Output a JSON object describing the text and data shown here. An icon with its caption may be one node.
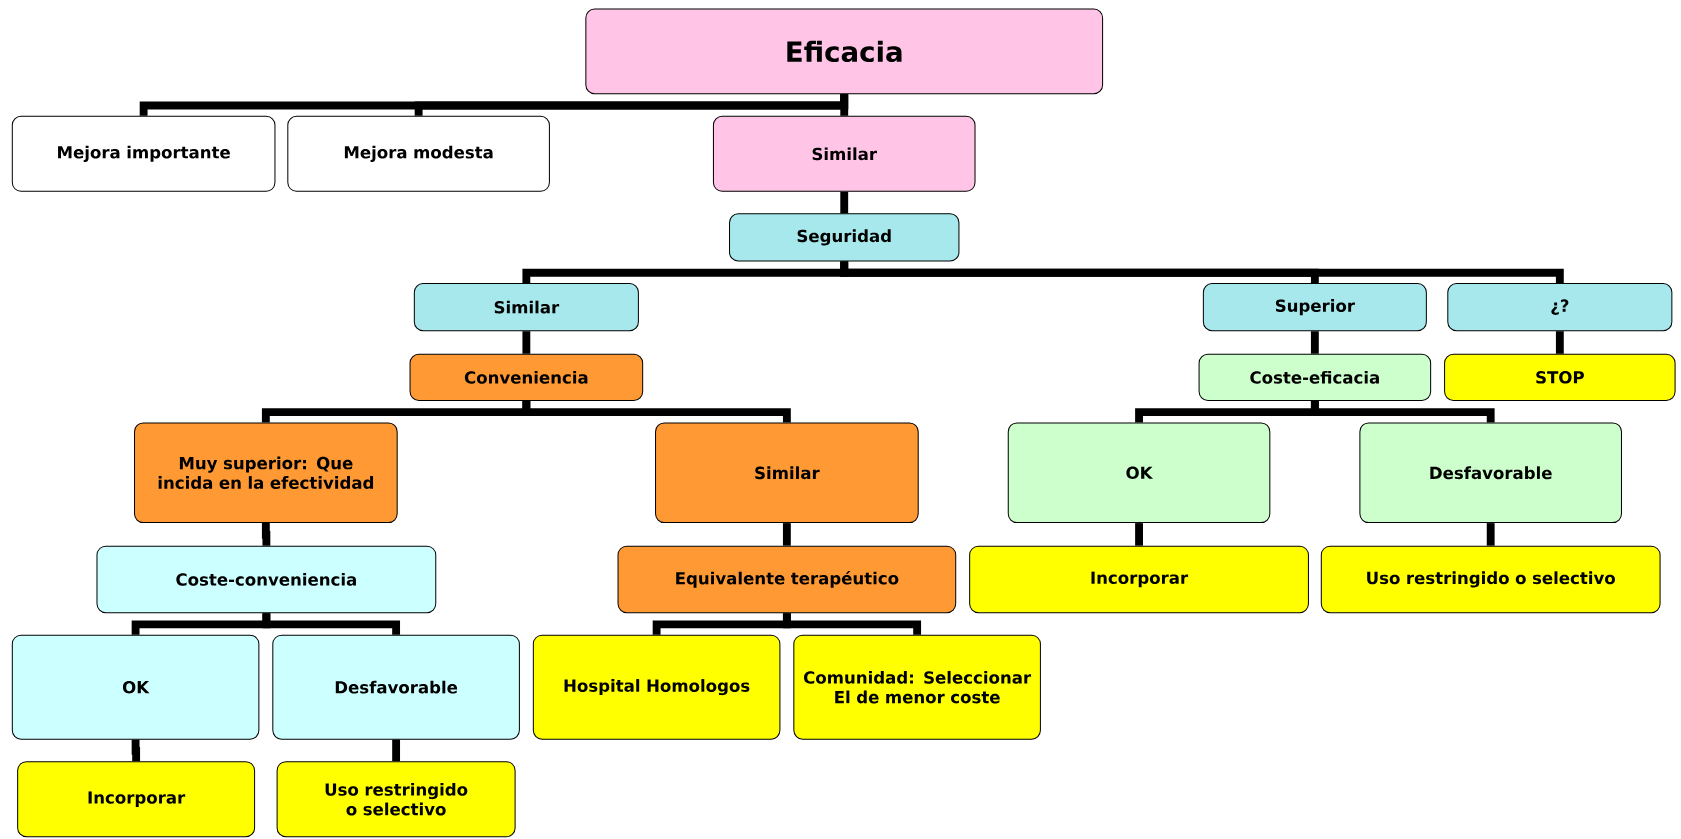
{
  "diagram": {
    "nodes": [
      {
        "text": [
          "Eficacia"
        ]
      },
      {
        "text": [
          "Mejora importante"
        ]
      },
      {
        "text": [
          "Mejora modesta"
        ]
      },
      {
        "text": [
          "Similar"
        ]
      },
      {
        "text": [
          "Seguridad"
        ]
      },
      {
        "text": [
          "Similar"
        ]
      },
      {
        "text": [
          "Superior"
        ]
      },
      {
        "text": [
          "¿?"
        ]
      },
      {
        "text": [
          "Conveniencia"
        ]
      },
      {
        "text": [
          "Coste-eficacia"
        ]
      },
      {
        "text": [
          "STOP"
        ]
      },
      {
        "text": [
          "Muy superior: Que incida en la efectividad"
        ]
      },
      {
        "text": [
          "Similar"
        ]
      },
      {
        "text": [
          "OK"
        ]
      },
      {
        "text": [
          "Desfavorable"
        ]
      },
      {
        "text": [
          "Coste-conveniencia"
        ]
      },
      {
        "text": [
          "Equivalente terapéutico"
        ]
      },
      {
        "text": [
          "Incorporar"
        ]
      },
      {
        "text": [
          "Uso restringido o selectivo"
        ]
      },
      {
        "text": [
          "OK"
        ]
      },
      {
        "text": [
          "Desfavorable"
        ]
      },
      {
        "text": [
          "Hospital Homologos"
        ]
      },
      {
        "text": [
          "Comunidad: Seleccionar El de menor coste"
        ]
      },
      {
        "text": [
          "Incorporar"
        ]
      },
      {
        "text": [
          "Uso restringido o selectivo"
        ]
      }
    ],
    "edges": [
      {
        "from": 0,
        "to": 1,
        "arrow": "none"
      },
      {
        "from": 0,
        "to": 2,
        "arrow": "none"
      },
      {
        "from": 0,
        "to": 3,
        "arrow": "none"
      },
      {
        "from": 3,
        "to": 4,
        "arrow": "none"
      },
      {
        "from": 4,
        "to": 5,
        "arrow": "none"
      },
      {
        "from": 4,
        "to": 6,
        "arrow": "none"
      },
      {
        "from": 4,
        "to": 7,
        "arrow": "none"
      },
      {
        "from": 5,
        "to": 8,
        "arrow": "none"
      },
      {
        "from": 6,
        "to": 9,
        "arrow": "none"
      },
      {
        "from": 7,
        "to": 10,
        "arrow": "none"
      },
      {
        "from": 8,
        "to": 11,
        "arrow": "none"
      },
      {
        "from": 8,
        "to": 12,
        "arrow": "none"
      },
      {
        "from": 9,
        "to": 13,
        "arrow": "none"
      },
      {
        "from": 9,
        "to": 14,
        "arrow": "none"
      },
      {
        "from": 11,
        "to": 15,
        "arrow": "none"
      },
      {
        "from": 12,
        "to": 16,
        "arrow": "none"
      },
      {
        "from": 13,
        "to": 17,
        "arrow": "none"
      },
      {
        "from": 14,
        "to": 18,
        "arrow": "none"
      },
      {
        "from": 15,
        "to": 19,
        "arrow": "none"
      },
      {
        "from": 15,
        "to": 20,
        "arrow": "none"
      },
      {
        "from": 16,
        "to": 21,
        "arrow": "none"
      },
      {
        "from": 16,
        "to": 22,
        "arrow": "none"
      },
      {
        "from": 19,
        "to": 23,
        "arrow": "none"
      },
      {
        "from": 20,
        "to": 24,
        "arrow": "none"
      }
    ]
  }
}
